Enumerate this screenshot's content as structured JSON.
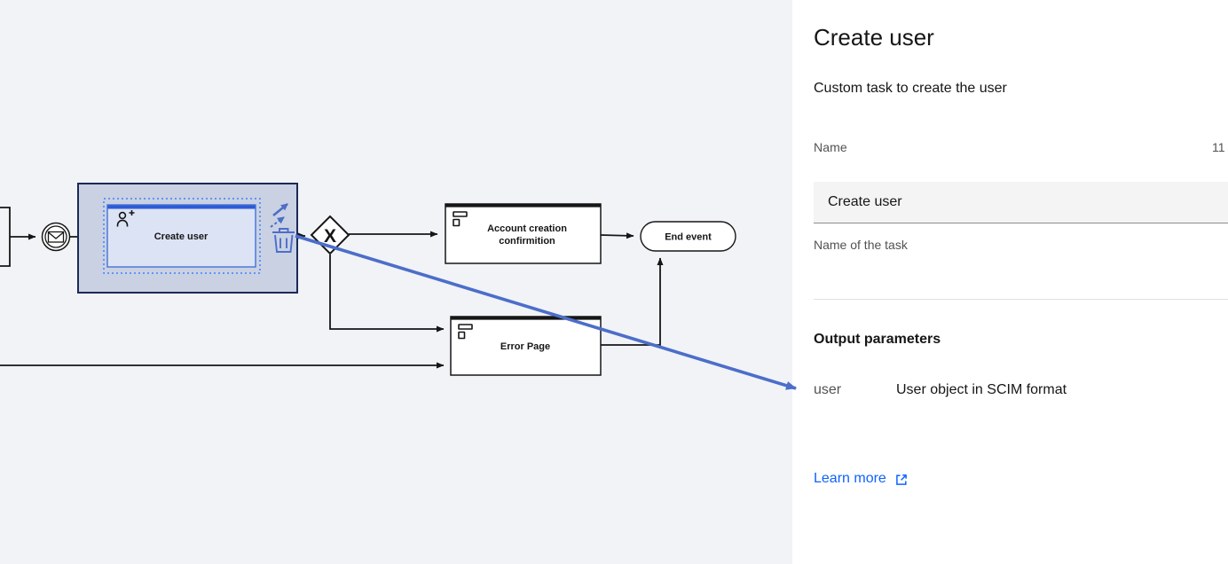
{
  "panel": {
    "title": "Create user",
    "description": "Custom task to create the user",
    "name_field": {
      "label": "Name",
      "counter": "11",
      "value": "Create user",
      "helper": "Name of the task"
    },
    "output_parameters": {
      "heading": "Output parameters",
      "items": [
        {
          "name": "user",
          "description": "User object in SCIM format"
        }
      ]
    },
    "learn_more_label": "Learn more",
    "learn_more_icon": "launch-icon"
  },
  "diagram": {
    "start_event": {
      "type": "message event",
      "icon": "message-icon"
    },
    "create_user_task": {
      "label": "Create user",
      "icon": "user-add-icon",
      "state": "selected"
    },
    "gateway": {
      "symbol": "X"
    },
    "account_creation_task": {
      "label_line1": "Account creation",
      "label_line2": "confirmition",
      "icon": "template-icon"
    },
    "error_page_task": {
      "label": "Error Page",
      "icon": "template-icon"
    },
    "end_event": {
      "label": "End event"
    },
    "selection_toolbar": {
      "icons": [
        "connect-arrow-icon",
        "connect-dashed-arrow-icon",
        "trash-icon"
      ]
    }
  },
  "colors": {
    "canvas_bg": "#f1f3f7",
    "panel_bg": "#ffffff",
    "link_blue": "#0f62fe",
    "annotation_blue": "#4c6ec9",
    "selection_fill": "#c9d1e3",
    "selection_border": "#1b2a55",
    "task_fill": "#dce3f5",
    "task_border": "#4671d4",
    "line_color": "#161616",
    "input_bg": "#f4f4f4",
    "secondary_text": "#525252"
  }
}
